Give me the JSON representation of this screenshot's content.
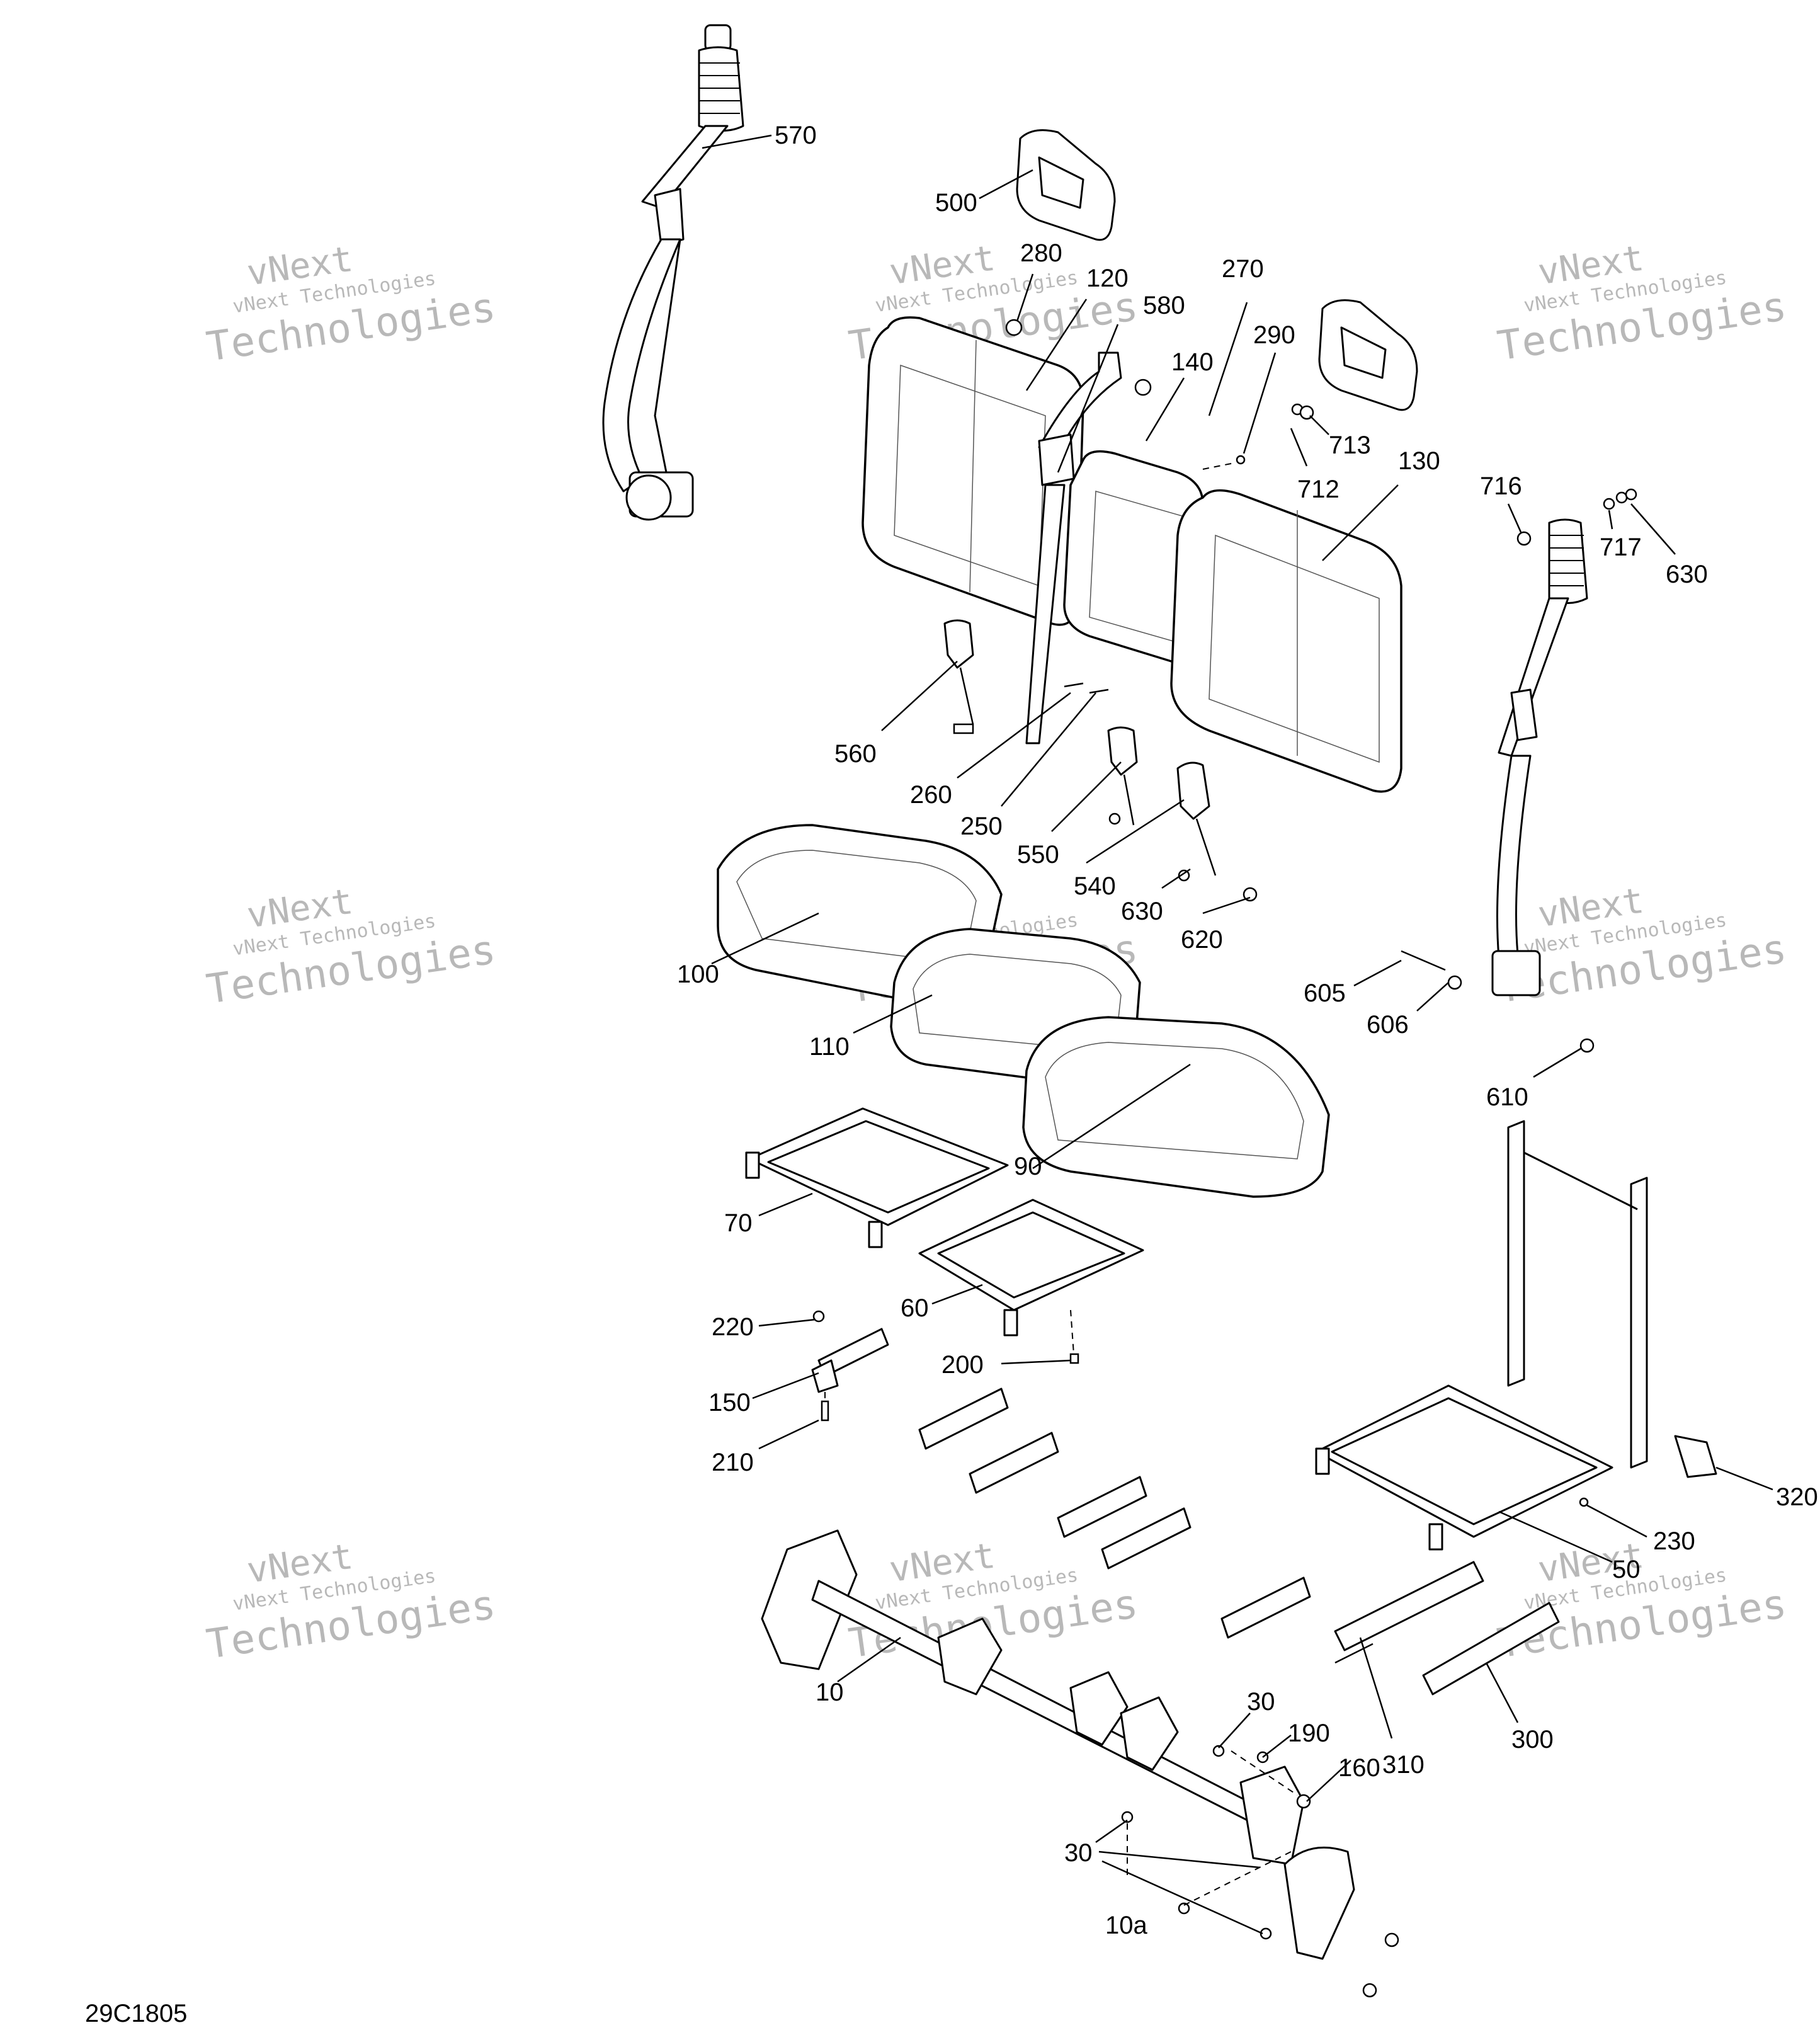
{
  "drawing_code": "29C1805",
  "watermark": {
    "line1": "vNext",
    "line2": "vNext Technologies",
    "line3": "Technologies"
  },
  "callouts": {
    "c570": "570",
    "c500": "500",
    "c280": "280",
    "c120": "120",
    "c270": "270",
    "c580": "580",
    "c140": "140",
    "c290": "290",
    "c713": "713",
    "c712": "712",
    "c130": "130",
    "c716": "716",
    "c717": "717",
    "c630a": "630",
    "c560": "560",
    "c260": "260",
    "c250": "250",
    "c550": "550",
    "c540": "540",
    "c630b": "630",
    "c620": "620",
    "c100": "100",
    "c110": "110",
    "c605": "605",
    "c606": "606",
    "c610": "610",
    "c90": "90",
    "c70": "70",
    "c60": "60",
    "c220": "220",
    "c200": "200",
    "c150": "150",
    "c210": "210",
    "c320": "320",
    "c230": "230",
    "c50": "50",
    "c10": "10",
    "c30a": "30",
    "c190": "190",
    "c160": "160",
    "c310": "310",
    "c300": "300",
    "c30b": "30",
    "c10a": "10a"
  }
}
